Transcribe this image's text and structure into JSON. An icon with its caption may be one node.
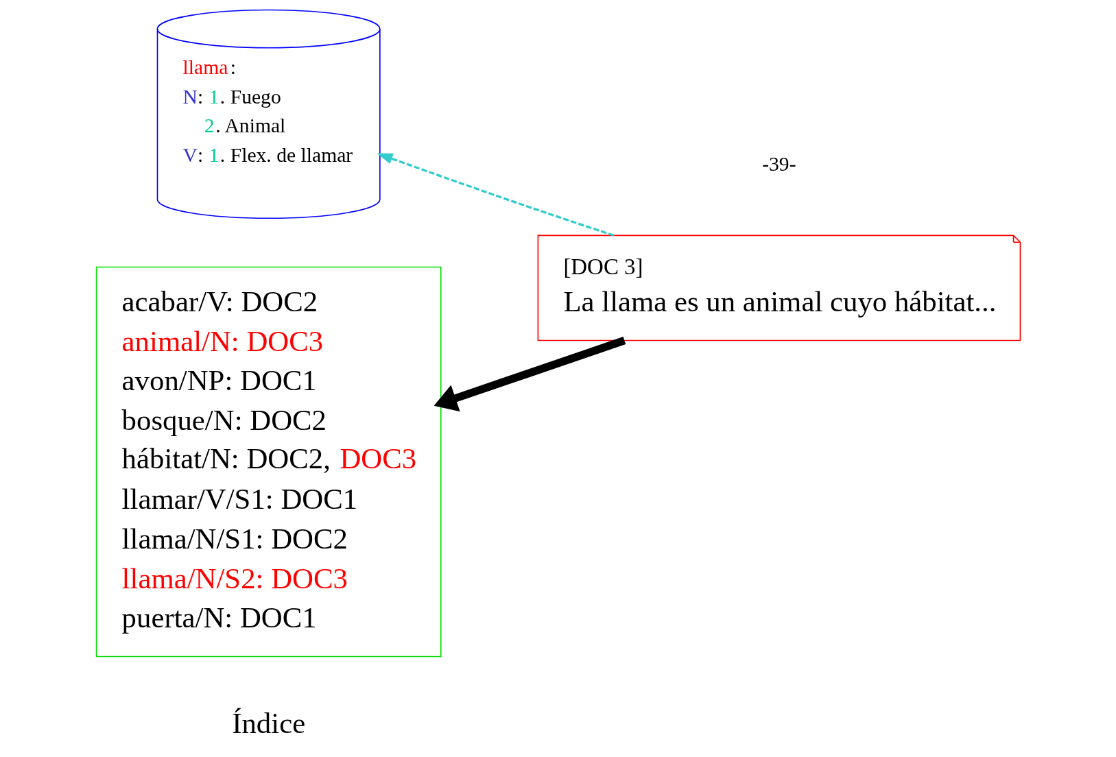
{
  "diagram": {
    "nodes": [
      {
        "text": [
          "llama:",
          "N: 1. Fuego",
          "2. Animal",
          "V: 1. Flex. de llamar"
        ]
      },
      {
        "text": [
          "[DOC 3]",
          "La llama es un animal cuyo hábitat..."
        ]
      },
      {
        "text": [
          "acabar/V: DOC2",
          "animal/N: DOC3",
          "avon/NP: DOC1",
          "bosque/N: DOC2",
          "hábitat/N: DOC2, DOC3",
          "llamar/V/S1: DOC1",
          "llama/N/S1: DOC2",
          "llama/N/S2: DOC3",
          "puerta/N: DOC1"
        ],
        "beside": [
          "Índice"
        ]
      }
    ],
    "edges": [
      {
        "from": 1,
        "to": 0,
        "arrow": "to",
        "style": "dashed",
        "color": "#33cccc"
      },
      {
        "from": 1,
        "to": 2,
        "arrow": "to",
        "style": "thick",
        "color": "#000000"
      }
    ],
    "labels": [
      "-39-"
    ]
  }
}
